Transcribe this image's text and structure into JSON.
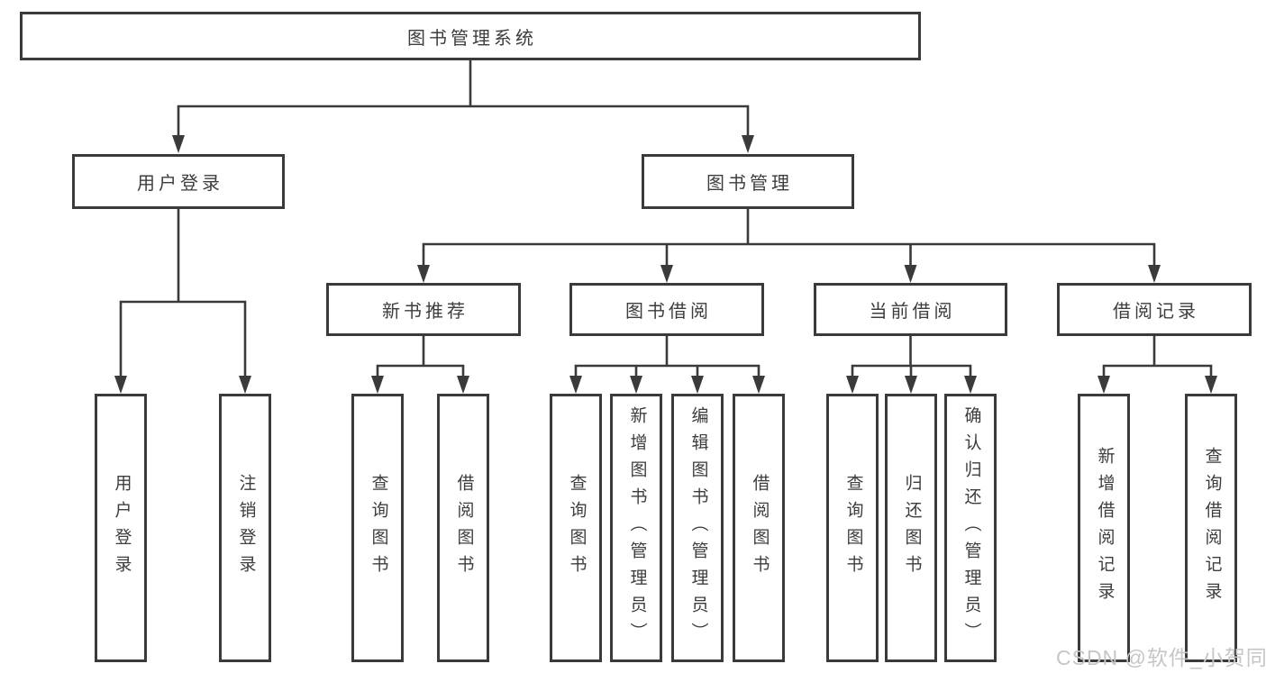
{
  "diagram": {
    "root": "图书管理系统",
    "groups": [
      {
        "label": "用户登录",
        "leaves": [
          "用户登录",
          "注销登录"
        ]
      },
      {
        "label": "图书管理",
        "sections": [
          {
            "label": "新书推荐",
            "leaves": [
              "查询图书",
              "借阅图书"
            ]
          },
          {
            "label": "图书借阅",
            "leaves": [
              "查询图书",
              "新增图书（管理员）",
              "编辑图书（管理员）",
              "借阅图书"
            ]
          },
          {
            "label": "当前借阅",
            "leaves": [
              "查询图书",
              "归还图书",
              "确认归还（管理员）"
            ]
          },
          {
            "label": "借阅记录",
            "leaves": [
              "新增借阅记录",
              "查询借阅记录"
            ]
          }
        ]
      }
    ]
  },
  "watermark": "CSDN @软件_小贺同学",
  "colors": {
    "line": "#3a3a3a",
    "text": "#3d3d3d",
    "watermark": "#c6c6c6",
    "background": "#ffffff"
  }
}
